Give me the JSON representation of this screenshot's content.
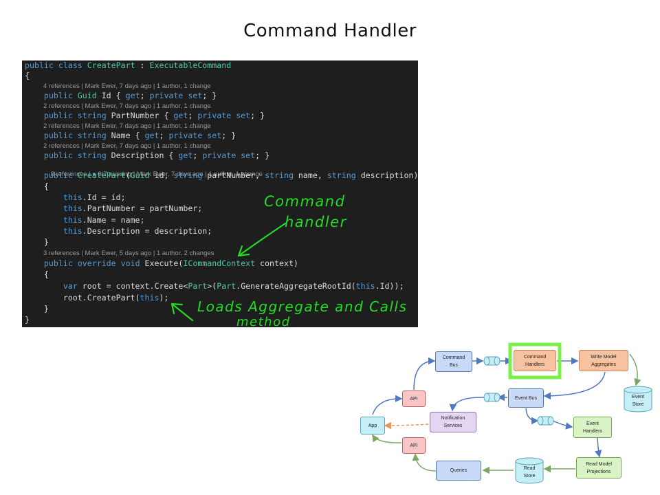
{
  "slide": {
    "title": "Command Handler"
  },
  "code": {
    "lines": [
      {
        "tokens": [
          {
            "t": "public ",
            "c": "kw"
          },
          {
            "t": "class ",
            "c": "kw"
          },
          {
            "t": "CreatePart",
            "c": "ty"
          },
          {
            "t": " : ",
            "c": "pl"
          },
          {
            "t": "ExecutableCommand",
            "c": "ty"
          }
        ]
      },
      {
        "tokens": [
          {
            "t": "{",
            "c": "pl"
          }
        ]
      },
      {
        "tokens": [
          {
            "t": "    ",
            "c": "pl"
          },
          {
            "t": "public ",
            "c": "kw"
          },
          {
            "t": "Guid",
            "c": "ty"
          },
          {
            "t": " Id { ",
            "c": "pl"
          },
          {
            "t": "get",
            "c": "kw"
          },
          {
            "t": "; ",
            "c": "pl"
          },
          {
            "t": "private ",
            "c": "kw"
          },
          {
            "t": "set",
            "c": "kw"
          },
          {
            "t": "; }",
            "c": "pl"
          }
        ]
      },
      {
        "tokens": [
          {
            "t": "    ",
            "c": "pl"
          },
          {
            "t": "public ",
            "c": "kw"
          },
          {
            "t": "string",
            "c": "kw"
          },
          {
            "t": " PartNumber { ",
            "c": "pl"
          },
          {
            "t": "get",
            "c": "kw"
          },
          {
            "t": "; ",
            "c": "pl"
          },
          {
            "t": "private ",
            "c": "kw"
          },
          {
            "t": "set",
            "c": "kw"
          },
          {
            "t": "; }",
            "c": "pl"
          }
        ]
      },
      {
        "tokens": [
          {
            "t": "    ",
            "c": "pl"
          },
          {
            "t": "public ",
            "c": "kw"
          },
          {
            "t": "string",
            "c": "kw"
          },
          {
            "t": " Name { ",
            "c": "pl"
          },
          {
            "t": "get",
            "c": "kw"
          },
          {
            "t": "; ",
            "c": "pl"
          },
          {
            "t": "private ",
            "c": "kw"
          },
          {
            "t": "set",
            "c": "kw"
          },
          {
            "t": "; }",
            "c": "pl"
          }
        ]
      },
      {
        "tokens": [
          {
            "t": "    ",
            "c": "pl"
          },
          {
            "t": "public ",
            "c": "kw"
          },
          {
            "t": "string",
            "c": "kw"
          },
          {
            "t": " Description { ",
            "c": "pl"
          },
          {
            "t": "get",
            "c": "kw"
          },
          {
            "t": "; ",
            "c": "pl"
          },
          {
            "t": "private ",
            "c": "kw"
          },
          {
            "t": "set",
            "c": "kw"
          },
          {
            "t": "; }",
            "c": "pl"
          }
        ]
      },
      {
        "tokens": [
          {
            "t": "    ",
            "c": "pl"
          },
          {
            "t": "public ",
            "c": "kw"
          },
          {
            "t": "CreatePart",
            "c": "ty"
          },
          {
            "t": "(",
            "c": "pl"
          },
          {
            "t": "Guid",
            "c": "ty"
          },
          {
            "t": " id, ",
            "c": "pl"
          },
          {
            "t": "string",
            "c": "kw"
          },
          {
            "t": " partNumber, ",
            "c": "pl"
          },
          {
            "t": "string",
            "c": "kw"
          },
          {
            "t": " name, ",
            "c": "pl"
          },
          {
            "t": "string",
            "c": "kw"
          },
          {
            "t": " description)",
            "c": "pl"
          }
        ]
      },
      {
        "tokens": [
          {
            "t": "    {",
            "c": "pl"
          }
        ]
      },
      {
        "tokens": [
          {
            "t": "        ",
            "c": "pl"
          },
          {
            "t": "this",
            "c": "kw"
          },
          {
            "t": ".Id = id;",
            "c": "pl"
          }
        ]
      },
      {
        "tokens": [
          {
            "t": "        ",
            "c": "pl"
          },
          {
            "t": "this",
            "c": "kw"
          },
          {
            "t": ".PartNumber = partNumber;",
            "c": "pl"
          }
        ]
      },
      {
        "tokens": [
          {
            "t": "        ",
            "c": "pl"
          },
          {
            "t": "this",
            "c": "kw"
          },
          {
            "t": ".Name = name;",
            "c": "pl"
          }
        ]
      },
      {
        "tokens": [
          {
            "t": "        ",
            "c": "pl"
          },
          {
            "t": "this",
            "c": "kw"
          },
          {
            "t": ".Description = description;",
            "c": "pl"
          }
        ]
      },
      {
        "tokens": [
          {
            "t": "    }",
            "c": "pl"
          }
        ]
      },
      {
        "tokens": [
          {
            "t": "    ",
            "c": "pl"
          },
          {
            "t": "public ",
            "c": "kw"
          },
          {
            "t": "override ",
            "c": "kw"
          },
          {
            "t": "void",
            "c": "kw"
          },
          {
            "t": " Execute(",
            "c": "pl"
          },
          {
            "t": "ICommandContext",
            "c": "ty"
          },
          {
            "t": " context)",
            "c": "pl"
          }
        ]
      },
      {
        "tokens": [
          {
            "t": "    {",
            "c": "pl"
          }
        ]
      },
      {
        "tokens": [
          {
            "t": "        ",
            "c": "pl"
          },
          {
            "t": "var",
            "c": "kw"
          },
          {
            "t": " root = context.Create<",
            "c": "pl"
          },
          {
            "t": "Part",
            "c": "ty"
          },
          {
            "t": ">(",
            "c": "pl"
          },
          {
            "t": "Part",
            "c": "ty"
          },
          {
            "t": ".GenerateAggregateRootId(",
            "c": "pl"
          },
          {
            "t": "this",
            "c": "kw"
          },
          {
            "t": ".Id));",
            "c": "pl"
          }
        ]
      },
      {
        "tokens": [
          {
            "t": "        root.CreatePart(",
            "c": "pl"
          },
          {
            "t": "this",
            "c": "kw"
          },
          {
            "t": ");",
            "c": "pl"
          }
        ]
      },
      {
        "tokens": [
          {
            "t": "    }",
            "c": "pl"
          }
        ]
      },
      {
        "tokens": [
          {
            "t": "}",
            "c": "pl"
          }
        ]
      }
    ],
    "codelens": {
      "id": "4 references | Mark Ewer, 7 days ago | 1 author, 1 change",
      "partnumber": "2 references | Mark Ewer, 7 days ago | 1 author, 1 change",
      "name": "2 references | Mark Ewer, 7 days ago | 1 author, 1 change",
      "description": "2 references | Mark Ewer, 7 days ago | 1 author, 1 change",
      "ctor_refs": "8 references | ",
      "ctor_passing": "0/7 passing",
      "ctor_rest": " | Mark Ewer, 7 days ago | 1 author, 1 change",
      "execute": "3 references | Mark Ewer, 5 days ago | 1 author, 2 changes"
    }
  },
  "annotations": {
    "command_handler_line1": "Command",
    "command_handler_line2": "handler",
    "loads_aggregate": "Loads Aggregate and Calls",
    "method": "method"
  },
  "diagram": {
    "command_bus": "Command\nBus",
    "command_handlers": "Command\nHandlers",
    "write_model": "Write Model\nAggregates",
    "event_store": "Event\nStore",
    "event_bus": "Event Bus",
    "api_top": "API",
    "api_bottom": "API",
    "app": "App",
    "notification_services": "Notification\nServices",
    "event_handlers": "Event\nHandlers",
    "read_model": "Read Model\nProjections",
    "read_store": "Read\nStore",
    "queries": "Queries",
    "colors": {
      "highlight": "#7cf04a",
      "dashed_arrow": "#e8945a"
    }
  }
}
